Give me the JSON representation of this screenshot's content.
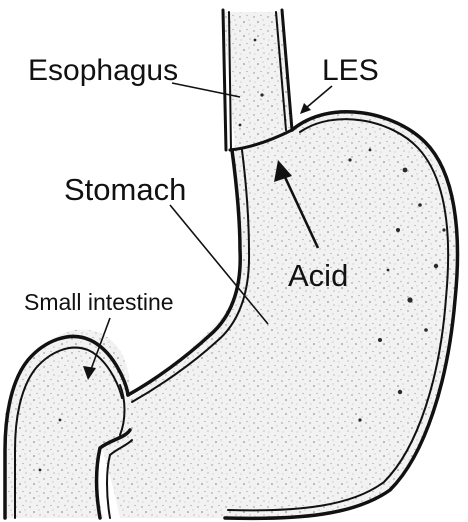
{
  "diagram": {
    "labels": {
      "esophagus": "Esophagus",
      "les": "LES",
      "stomach": "Stomach",
      "acid": "Acid",
      "small_intestine": "Small intestine"
    },
    "colors": {
      "ink": "#111111",
      "fill": "#f1f1f1",
      "background": "#ffffff"
    }
  }
}
